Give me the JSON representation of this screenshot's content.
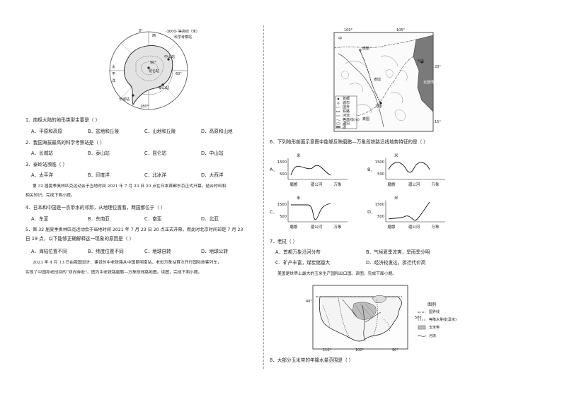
{
  "left": {
    "antarctica_map": {
      "legend": [
        "-3000- 等高线（米）",
        "科学考察站"
      ],
      "labels": {
        "lat_90": "90°",
        "lat_60": "60°",
        "lon_0": "0°",
        "lon_180": "180°",
        "ocean_west": "西",
        "ocean_pacific": "太平洋",
        "ocean_pacific2": "太",
        "ocean_pacific3": "平",
        "ocean_pacific4": "洋",
        "station_changcheng": "长城站",
        "station_zhongshan": "中山站",
        "station_kunlun": "昆仑站",
        "station_taishan": "泰山站"
      }
    },
    "q1": {
      "text": "1．南极大陆的地形类型主要是（   ）",
      "options": [
        "A．平原和高原",
        "B．盆地和丘陵",
        "C．山地和丘陵",
        "D．高原和山地"
      ]
    },
    "q2": {
      "text": "2．我国海拔最高的科学考察站是（   ）",
      "options": [
        "A．长城站",
        "B．泰山站",
        "C．昆仑站",
        "D．中山站"
      ]
    },
    "q3": {
      "text": "3．泰岭站濒临（   ）",
      "options": [
        "A．太平洋",
        "B．印度洋",
        "C．北冰洋",
        "D．大西洋"
      ]
    },
    "intro1_line1": "第 32 届夏季奥林匹克运动会于当地时间 2021 年 7 月 23 日 20 点在日本首都东京正式开幕。结合材料和",
    "intro1_line2": "相关知识，完成下面小题。",
    "q4": {
      "text": "4．日本和中国是一衣带水的邻邦，从地理位置看，两国都位于（   ）",
      "options": [
        "A．东亚",
        "B．东南亚",
        "C．南亚",
        "D．北亚"
      ]
    },
    "q5_line1": "5．第 32 届夏季奥林匹克运动会于当地时间 2021 年 7 月 23 日 20 点正式开幕，而此时北京时间却是 7 月 23",
    "q5_line2": "日 19 点，以下能够正确解释这一现象的原因是（   ）",
    "q5_options": [
      "A．海陆位置不同",
      "B．纬度位置不同",
      "C．地球自转",
      "D．地球公转"
    ],
    "intro2_line1": "2023 年 4 月 13 日由我国设计、建设的中老铁路从中国昆明南站、老挝万象站首次开行国际旅客列车，",
    "intro2_line2": "实现了中国和老挝间的“双向奔赴”。图为中老铁路磨憨—万象段线路地图。读图，完成下面小题。"
  },
  "right": {
    "laos_map": {
      "lon_left": "100°",
      "lon_right": "105°",
      "lat_top": "20°",
      "lat_bottom": "15°",
      "labels": {
        "china": "中",
        "vientiane": "万象",
        "thailand": "泰国",
        "hanoi": "河内",
        "gulf": "北部湾",
        "mohan": "磨憨",
        "laos": "老挝"
      },
      "legend": [
        "首都",
        "城市",
        "国界",
        "铁路",
        "河流",
        "等高线(m)",
        "湖泊",
        "国"
      ]
    },
    "q6": "6．下列地形剖面示意图中能够反映磨憨—万象段铁路沿线地势特征的是（   ）",
    "profiles": [
      {
        "letter": "A．",
        "unit": "米",
        "ytick_hi": "1500",
        "ytick_lo": "500",
        "xlabels": [
          "磨憨",
          "湄公河",
          "万象"
        ]
      },
      {
        "letter": "B．",
        "unit": "米",
        "ytick_hi": "1500",
        "ytick_lo": "500",
        "xlabels": [
          "磨憨",
          "湄公河",
          "万象"
        ]
      },
      {
        "letter": "C．",
        "unit": "米",
        "ytick_hi": "1500",
        "ytick_lo": "500",
        "xlabels": [
          "磨憨",
          "湄公河",
          "万象"
        ]
      },
      {
        "letter": "D．",
        "unit": "米",
        "ytick_hi": "1500",
        "ytick_lo": "500",
        "xlabels": [
          "磨憨",
          "湄公河",
          "万象"
        ]
      }
    ],
    "q7": {
      "text": "7．老挝（   ）",
      "options": [
        "A．首都万象沿河分布",
        "B．气候夏季凉爽，旱雨季分明",
        "C．矿产丰富，煤炭储量大",
        "D．经济较发达，拆迁代价高"
      ]
    },
    "intro3": "美国是世界上最大的玉米生产国和出口国。读图，完成下面小题。",
    "usa_map": {
      "lat_label": "40°",
      "lon_labels": [
        "110°",
        "100°",
        "90°"
      ],
      "legend_title": "图例",
      "legend": [
        "国界线",
        "等降水量线(毫米)",
        "玉米带",
        "河流"
      ],
      "legend_num": "500"
    },
    "q8": "8．大部分玉米带的年降水量范围是（   ）"
  }
}
